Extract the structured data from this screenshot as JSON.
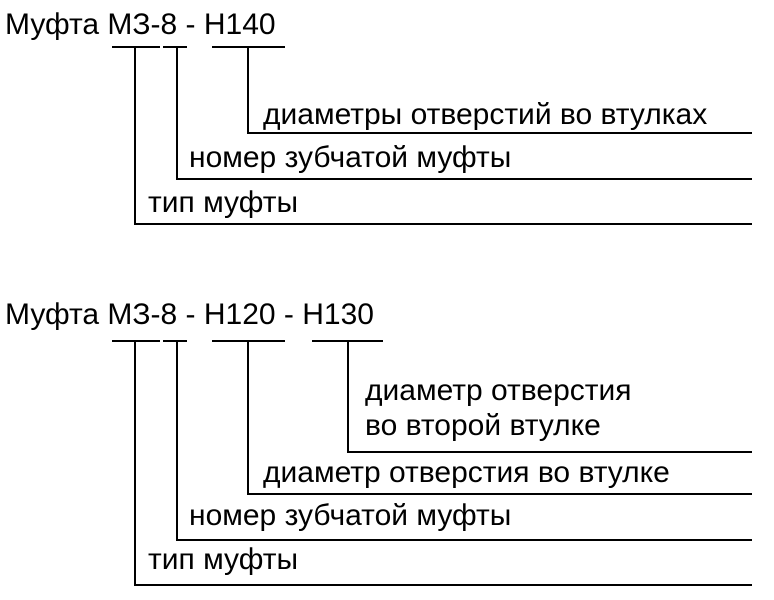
{
  "canvas": {
    "background_color": "#ffffff",
    "line_color": "#000000",
    "text_color": "#000000"
  },
  "diagrams": [
    {
      "title": "Муфта МЗ-8 - Н140",
      "designation_parts": [
        "Муфта",
        "МЗ",
        "8",
        "Н140"
      ],
      "labels": {
        "hole_diameters": "диаметры отверстий во втулках",
        "coupling_number": "номер зубчатой муфты",
        "coupling_type": "тип муфты"
      }
    },
    {
      "title": "Муфта МЗ-8 - Н120 - Н130",
      "designation_parts": [
        "Муфта",
        "МЗ",
        "8",
        "Н120",
        "Н130"
      ],
      "labels": {
        "second_bushing_hole_line1": "диаметр отверстия",
        "second_bushing_hole_line2": "во второй втулке",
        "bushing_hole": "диаметр отверстия во втулке",
        "coupling_number": "номер зубчатой муфты",
        "coupling_type": "тип муфты"
      }
    }
  ]
}
